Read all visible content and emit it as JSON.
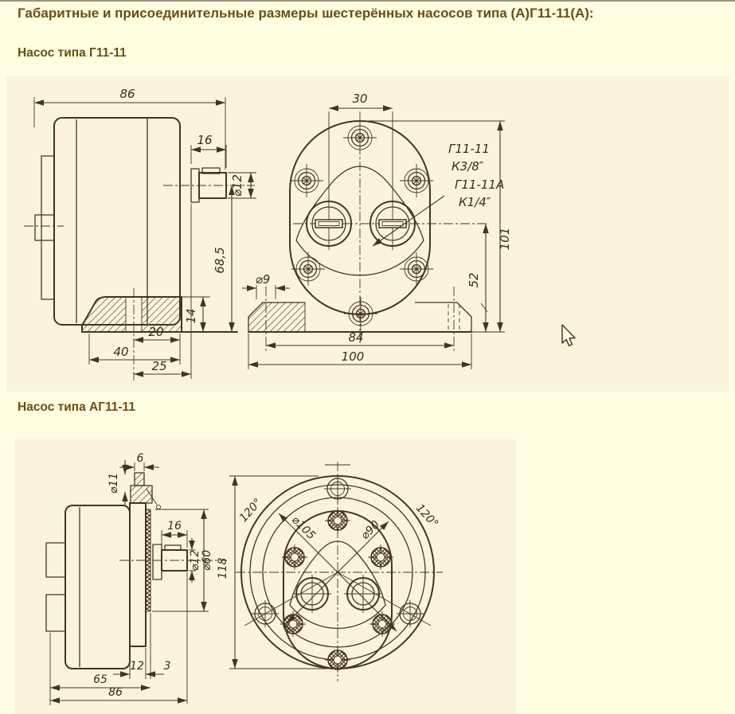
{
  "page": {
    "title": "Габаритные и присоединительные размеры шестерённых насосов типа (А)Г11-11(А):",
    "section1": "Насос типа Г11-11",
    "section2": "Насос типа АГ11-11"
  },
  "d1": {
    "w86": "86",
    "l16": "16",
    "dia12": "⌀12",
    "h685": "68,5",
    "h14": "14",
    "w20": "20",
    "w40": "40",
    "w25": "25",
    "w30": "30",
    "h101": "101",
    "h52": "52",
    "dia9": "⌀9",
    "w84": "84",
    "w100": "100",
    "callout1": "Г11-11",
    "callout2": "К3/8″",
    "callout3": "Г11-11А",
    "callout4": "К1/4″"
  },
  "d2": {
    "w6": "6",
    "dia11": "⌀11",
    "l16": "16",
    "dia12": "⌀12",
    "dia60": "⌀60",
    "t12": "12",
    "t3": "3",
    "w65": "65",
    "w86": "86",
    "h118": "118",
    "dia105": "⌀105",
    "dia90": "⌀90",
    "ang_l": "120°",
    "ang_r": "120°"
  }
}
